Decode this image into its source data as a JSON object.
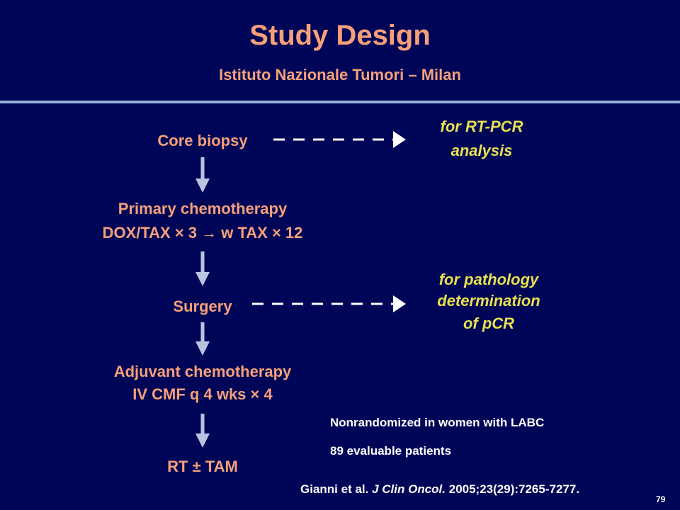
{
  "header": {
    "title": "Study Design",
    "subtitle": "Istituto Nazionale Tumori – Milan"
  },
  "flow": {
    "core_biopsy": "Core biopsy",
    "primary_chemo_line1": "Primary chemotherapy",
    "primary_chemo_line2": "DOX/TAX × 3 → w TAX × 12",
    "surgery": "Surgery",
    "adjuvant_line1": "Adjuvant chemotherapy",
    "adjuvant_line2": "IV CMF q 4 wks × 4",
    "rt_tam": "RT ± TAM"
  },
  "notes": {
    "rtpcr_line1": "for RT-PCR",
    "rtpcr_line2": "analysis",
    "path_line1": "for pathology",
    "path_line2": "determination",
    "path_line3": "of pCR"
  },
  "info": {
    "line1": "Nonrandomized in women with LABC",
    "line2": "89 evaluable patients"
  },
  "citation": {
    "authors": "Gianni et al.",
    "journal": "J Clin Oncol.",
    "details": "2005;23(29):7265-7277."
  },
  "slide_number": "79",
  "colors": {
    "background": "#000657",
    "heading": "#F6A07A",
    "note": "#E8E050",
    "rule": "#8FB1D9",
    "arrow": "#B8C4E0"
  }
}
